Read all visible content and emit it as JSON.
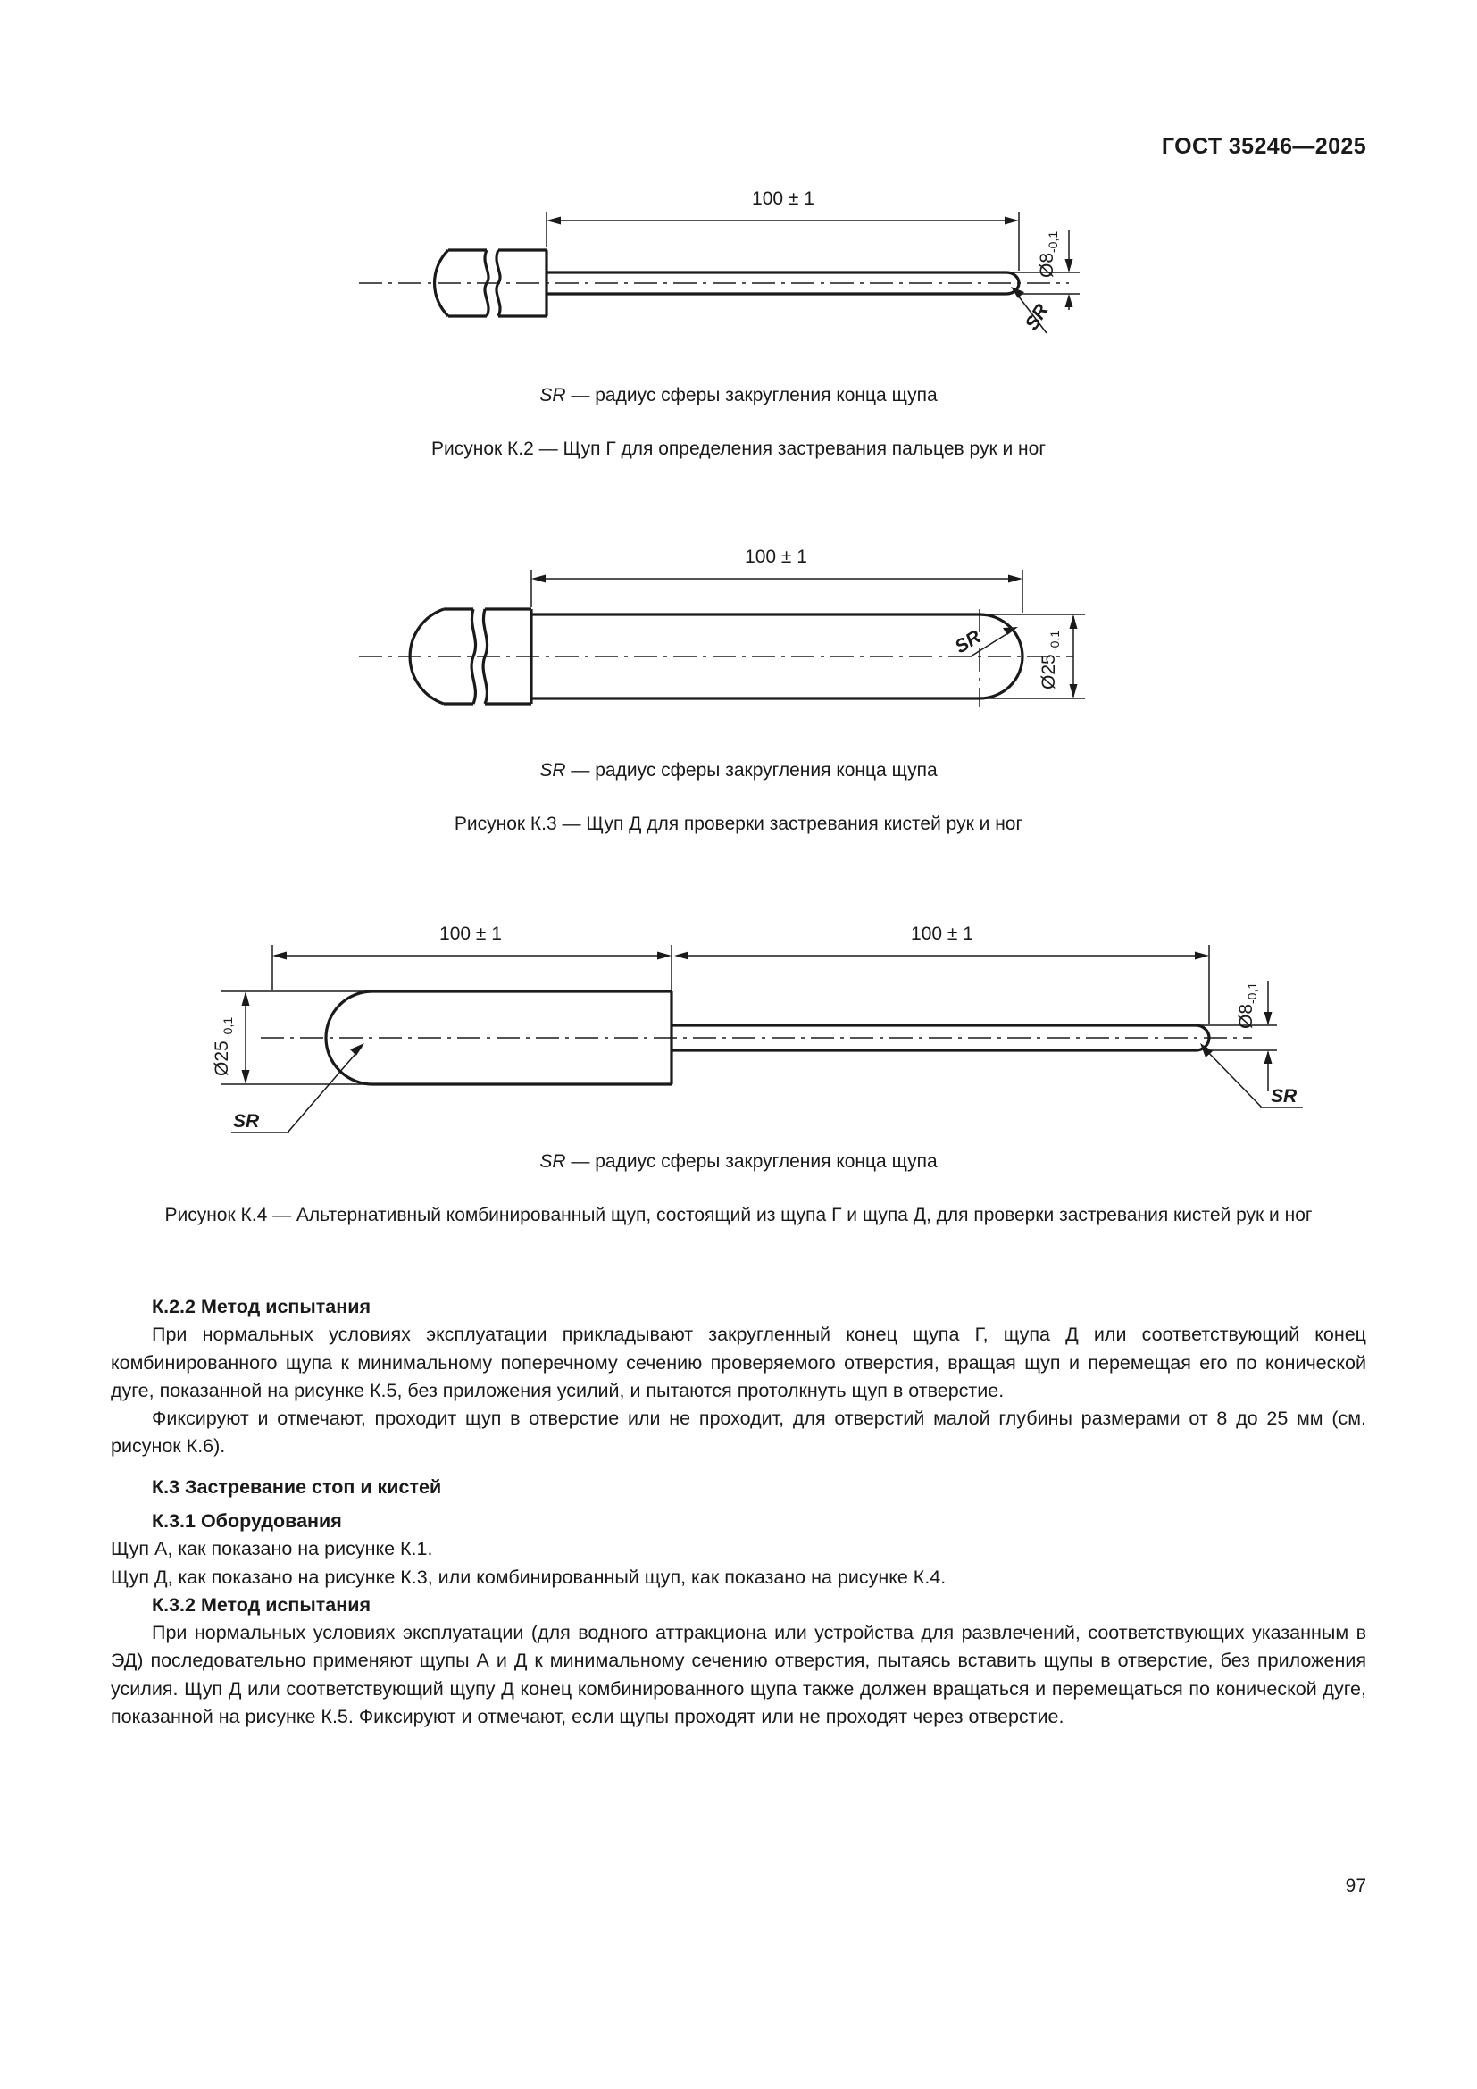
{
  "header": {
    "standard_title": "ГОСТ 35246—2025"
  },
  "page_number": "97",
  "figures": [
    {
      "id": "K.2",
      "legend_symbol": "SR",
      "legend_text": " — радиус сферы закругления конца щупа",
      "caption": "Рисунок К.2 — Щуп Г для определения застревания пальцев рук и ног",
      "dimensions": {
        "length": "100 ± 1",
        "diameter_value": "Ø8",
        "diameter_tolerance": "-0,1",
        "radius_label": "SR"
      }
    },
    {
      "id": "K.3",
      "legend_symbol": "SR",
      "legend_text": " — радиус сферы закругления конца щупа",
      "caption": "Рисунок К.3 — Щуп Д для проверки застревания кистей рук и ног",
      "dimensions": {
        "length": "100 ± 1",
        "diameter_value": "Ø25",
        "diameter_tolerance": "-0,1",
        "radius_label": "SR"
      }
    },
    {
      "id": "K.4",
      "legend_symbol": "SR",
      "legend_text": " — радиус сферы закругления конца щупа",
      "caption": "Рисунок К.4 — Альтернативный комбинированный щуп, состоящий из щупа Г и щупа Д, для проверки застревания кистей рук и ног",
      "dimensions": {
        "length_left": "100 ± 1",
        "length_right": "100 ± 1",
        "diameter_left_value": "Ø25",
        "diameter_left_tolerance": "-0,1",
        "diameter_right_value": "Ø8",
        "diameter_right_tolerance": "-0,1",
        "radius_label_left": "SR",
        "radius_label_right": "SR"
      }
    }
  ],
  "sections": [
    {
      "heading": "К.2.2 Метод испытания",
      "paragraphs": [
        "При нормальных условиях эксплуатации прикладывают закругленный конец щупа Г, щупа Д или соответствующий конец комбинированного щупа к минимальному поперечному сечению проверяемого отверстия, вращая щуп и перемещая его по конической дуге, показанной на рисунке К.5, без приложения усилий, и пытаются протолкнуть щуп в отверстие.",
        "Фиксируют и отмечают, проходит щуп в отверстие или не проходит, для отверстий малой глубины размерами от 8 до 25 мм (см. рисунок К.6)."
      ]
    },
    {
      "heading": "К.3 Застревание стоп и кистей",
      "paragraphs": []
    },
    {
      "heading": "К.3.1 Оборудования",
      "paragraphs": [
        "Щуп А, как показано на рисунке К.1.",
        "Щуп Д, как показано на рисунке К.3, или комбинированный щуп, как показано на рисунке К.4."
      ]
    },
    {
      "heading": "К.3.2 Метод испытания",
      "paragraphs": [
        "При нормальных условиях эксплуатации (для водного аттракциона или устройства для развлечений, соответствующих указанным в ЭД) последовательно применяют щупы А и Д к минимальному сечению отверстия, пытаясь вставить щупы в отверстие, без приложения усилия. Щуп Д или соответствующий щупу Д конец комбинированного щупа также должен вращаться и перемещаться по конической дуге, показанной на рисунке К.5. Фиксируют и отмечают, если щупы проходят или не проходят через отверстие."
      ]
    }
  ]
}
